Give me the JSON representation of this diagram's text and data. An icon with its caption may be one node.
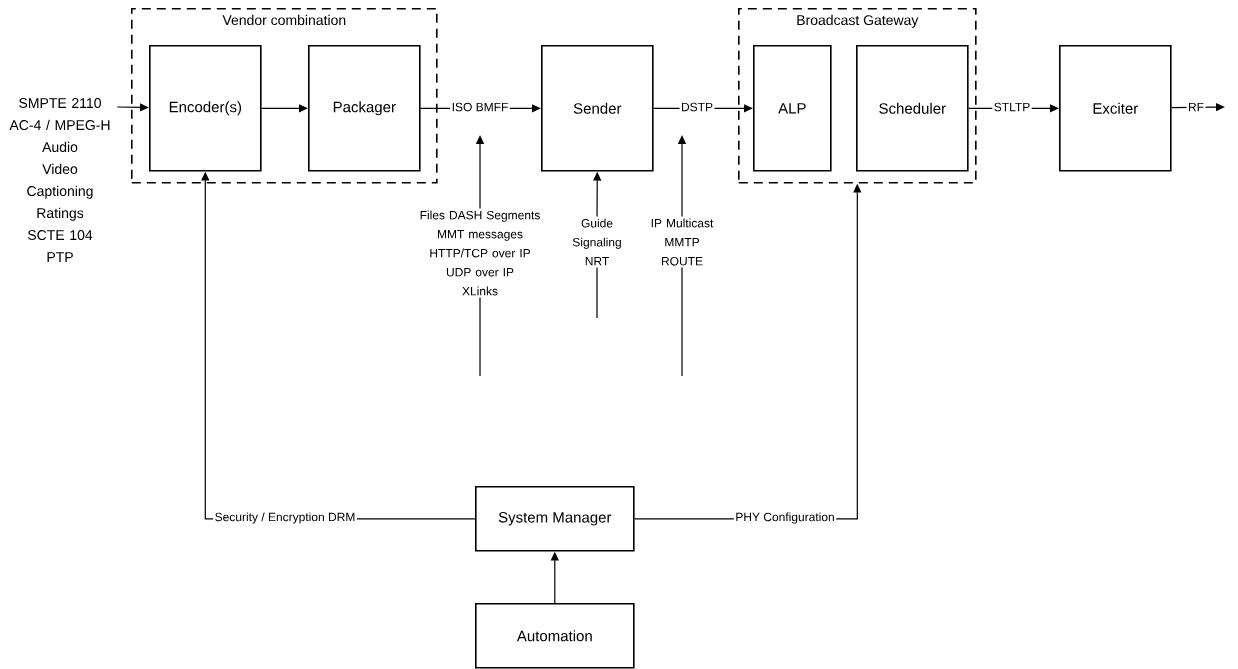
{
  "diagram": {
    "nodes": [
      {
        "text": [
          "Vendor combination"
        ]
      },
      {
        "text": [
          "Encoder(s)"
        ],
        "in": 0
      },
      {
        "text": [
          "Packager"
        ],
        "in": 0
      },
      {
        "text": [
          "Sender"
        ]
      },
      {
        "text": [
          "Broadcast Gateway"
        ]
      },
      {
        "text": [
          "ALP"
        ],
        "in": 4
      },
      {
        "text": [
          "Scheduler"
        ],
        "in": 4
      },
      {
        "text": [
          "Exciter"
        ]
      },
      {
        "text": [
          "System Manager"
        ]
      },
      {
        "text": [
          "Automation"
        ]
      },
      {
        "text": [
          "SMPTE 2110",
          "AC-4 / MPEG-H",
          "Audio",
          "Video",
          "Captioning",
          "Ratings",
          "SCTE 104",
          "PTP"
        ]
      },
      {
        "text": [
          "Files DASH Segments",
          "MMT messages",
          "HTTP/TCP over IP",
          "UDP over IP",
          "XLinks"
        ]
      },
      {
        "text": [
          "Guide",
          "Signaling",
          "NRT"
        ]
      },
      {
        "text": [
          "IP Multicast",
          "MMTP",
          "ROUTE"
        ]
      }
    ],
    "edges": [
      {
        "from": 10,
        "to": 1,
        "arrow": "to"
      },
      {
        "from": 1,
        "to": 2,
        "arrow": "to"
      },
      {
        "from": 2,
        "to": 3,
        "arrow": "to",
        "label": "ISO BMFF"
      },
      {
        "from": 3,
        "to": 5,
        "arrow": "to",
        "label": "DSTP"
      },
      {
        "from": 6,
        "to": 7,
        "arrow": "to",
        "label": "STLTP"
      },
      {
        "from": 7,
        "to": null,
        "arrow": "to",
        "label": "RF"
      },
      {
        "from": 11,
        "to": null,
        "arrow": "to"
      },
      {
        "from": null,
        "to": 11,
        "arrow": "none"
      },
      {
        "from": 12,
        "to": 3,
        "arrow": "to"
      },
      {
        "from": null,
        "to": 12,
        "arrow": "none"
      },
      {
        "from": 13,
        "to": null,
        "arrow": "to"
      },
      {
        "from": null,
        "to": 13,
        "arrow": "none"
      },
      {
        "from": 8,
        "to": 1,
        "arrow": "to",
        "label": "Security / Encryption DRM"
      },
      {
        "from": 8,
        "to": 4,
        "arrow": "to",
        "label": "PHY Configuration"
      },
      {
        "from": 9,
        "to": 8,
        "arrow": "to"
      }
    ]
  }
}
